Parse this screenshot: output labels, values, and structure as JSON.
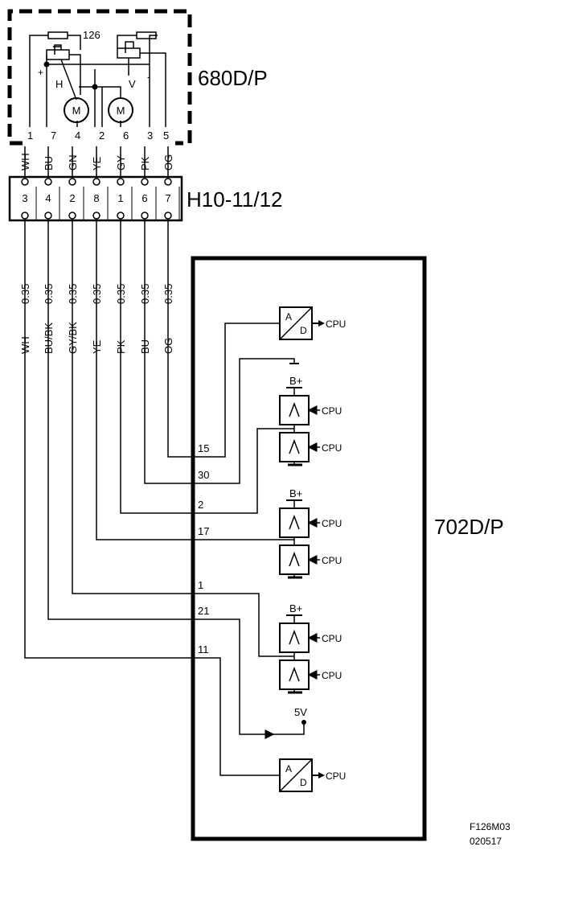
{
  "diagram": {
    "part_top": "680D/P",
    "part_top_number": "126",
    "motor_label": "M",
    "motor_h": "H",
    "motor_v": "V",
    "plus": "+",
    "minus": "-",
    "connector": "H10-11/12",
    "part_ecu": "702D/P",
    "ref_code": "F126M03",
    "ref_date": "020517",
    "cpu": "CPU",
    "bplus": "B+",
    "five_v": "5V",
    "ad_a": "A",
    "ad_d": "D",
    "wires": [
      {
        "top_pin": "1",
        "top_color": "WH",
        "conn_pin": "3",
        "color": "WH",
        "size": "0.35",
        "ecu_pin": "11"
      },
      {
        "top_pin": "7",
        "top_color": "BU",
        "conn_pin": "4",
        "color": "BU/BK",
        "size": "0.35",
        "ecu_pin": "21"
      },
      {
        "top_pin": "4",
        "top_color": "GN",
        "conn_pin": "2",
        "color": "GY/BK",
        "size": "0.35",
        "ecu_pin": "1"
      },
      {
        "top_pin": "2",
        "top_color": "YE",
        "conn_pin": "8",
        "color": "YE",
        "size": "0.35",
        "ecu_pin": "17"
      },
      {
        "top_pin": "6",
        "top_color": "GY",
        "conn_pin": "1",
        "color": "PK",
        "size": "0.35",
        "ecu_pin": "2"
      },
      {
        "top_pin": "3",
        "top_color": "PK",
        "conn_pin": "6",
        "color": "BU",
        "size": "0.35",
        "ecu_pin": "30"
      },
      {
        "top_pin": "5",
        "top_color": "OG",
        "conn_pin": "7",
        "color": "OG",
        "size": "0.35",
        "ecu_pin": "15"
      }
    ]
  }
}
